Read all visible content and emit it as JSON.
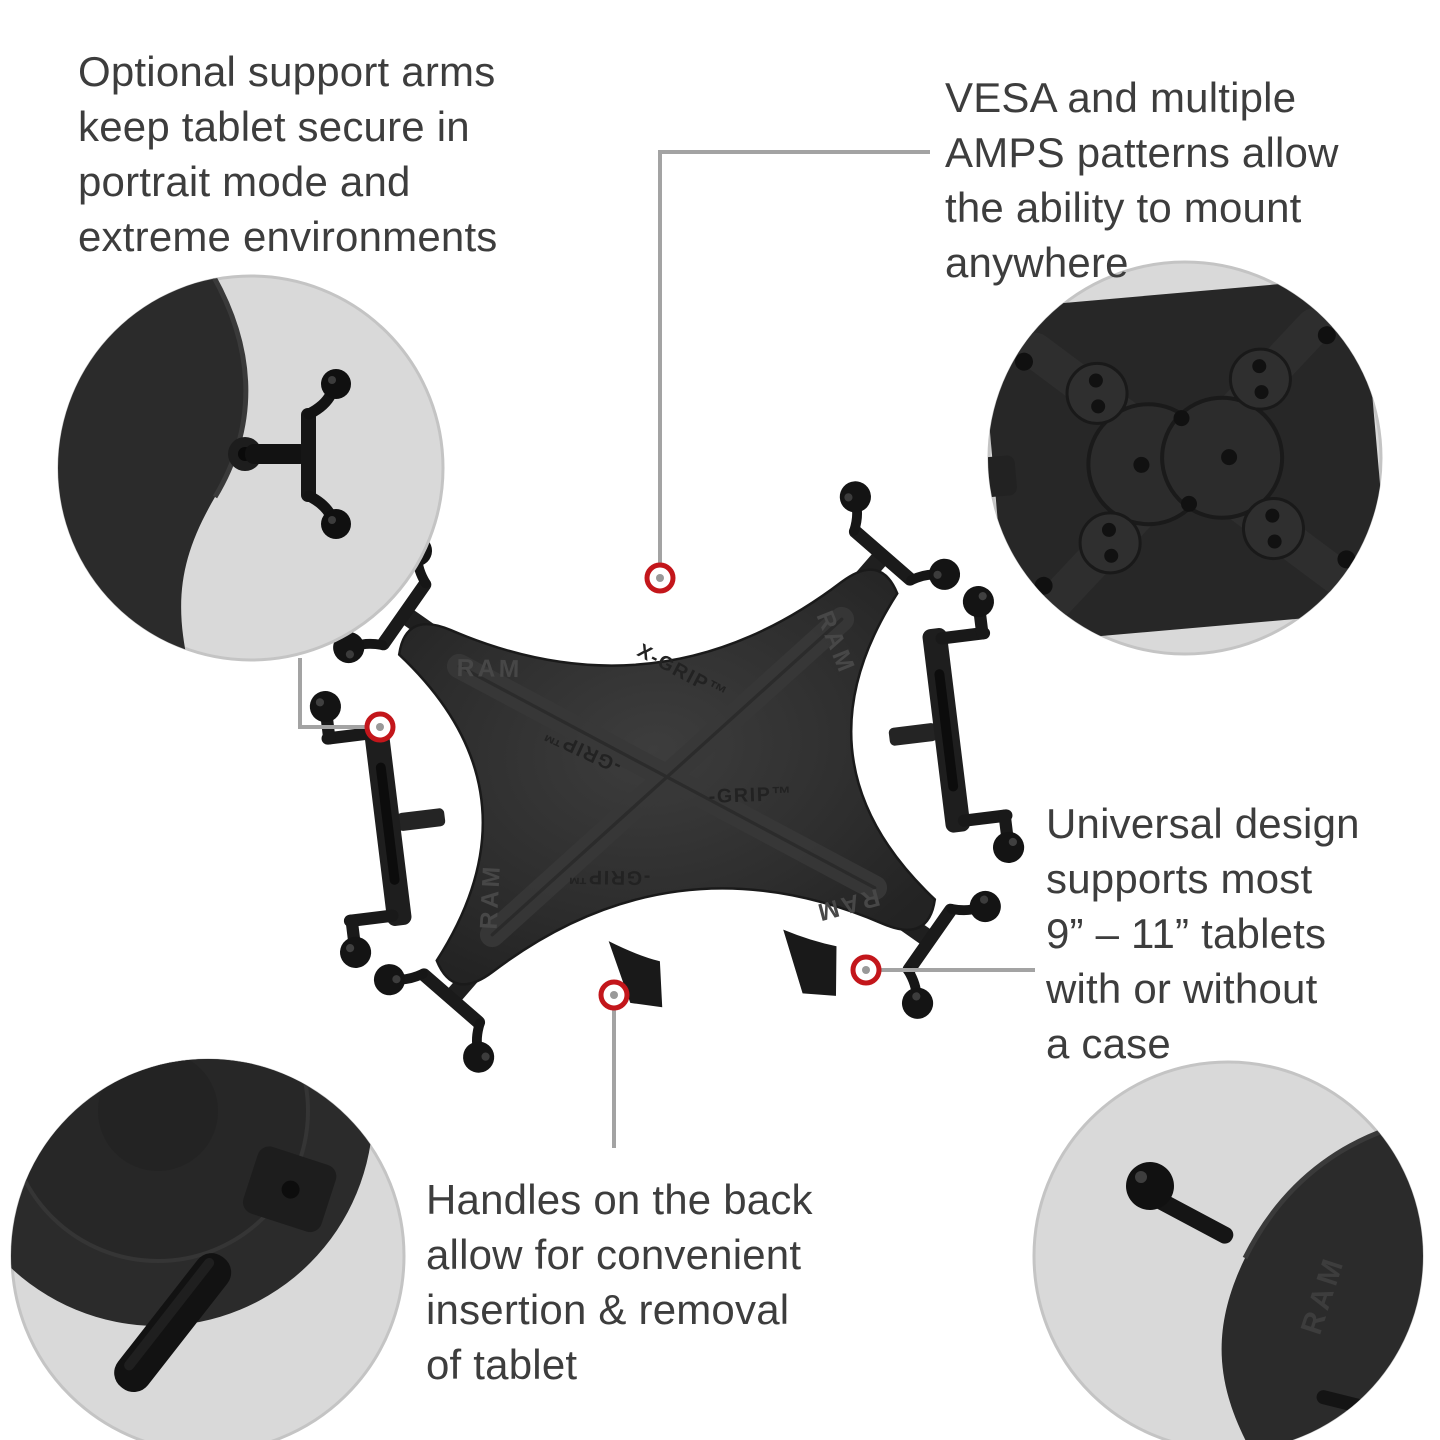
{
  "colors": {
    "background": "#ffffff",
    "text": "#3d3d3d",
    "callout_red": "#c3161b",
    "connector_gray": "#a3a3a3",
    "inset_background": "#d9d9d9",
    "inset_border": "#c4c4c4",
    "product_dark": "#2c2c2c"
  },
  "annotations": {
    "top_left": {
      "lines": [
        "Optional support arms",
        "keep tablet secure in",
        "portrait mode and",
        "extreme environments"
      ]
    },
    "top_right": {
      "lines": [
        "VESA and multiple",
        "AMPS patterns allow",
        "the ability to mount",
        "anywhere"
      ]
    },
    "right": {
      "lines": [
        "Universal design",
        "supports most",
        "9” – 11” tablets",
        "with or without",
        "a case"
      ]
    },
    "bottom": {
      "lines": [
        "Handles on the back",
        "allow for convenient",
        "insertion & removal",
        "of tablet"
      ]
    }
  },
  "product": {
    "brand": "RAM",
    "grip_label": "-GRIP™",
    "grip_label_x": "X-GRIP™"
  }
}
